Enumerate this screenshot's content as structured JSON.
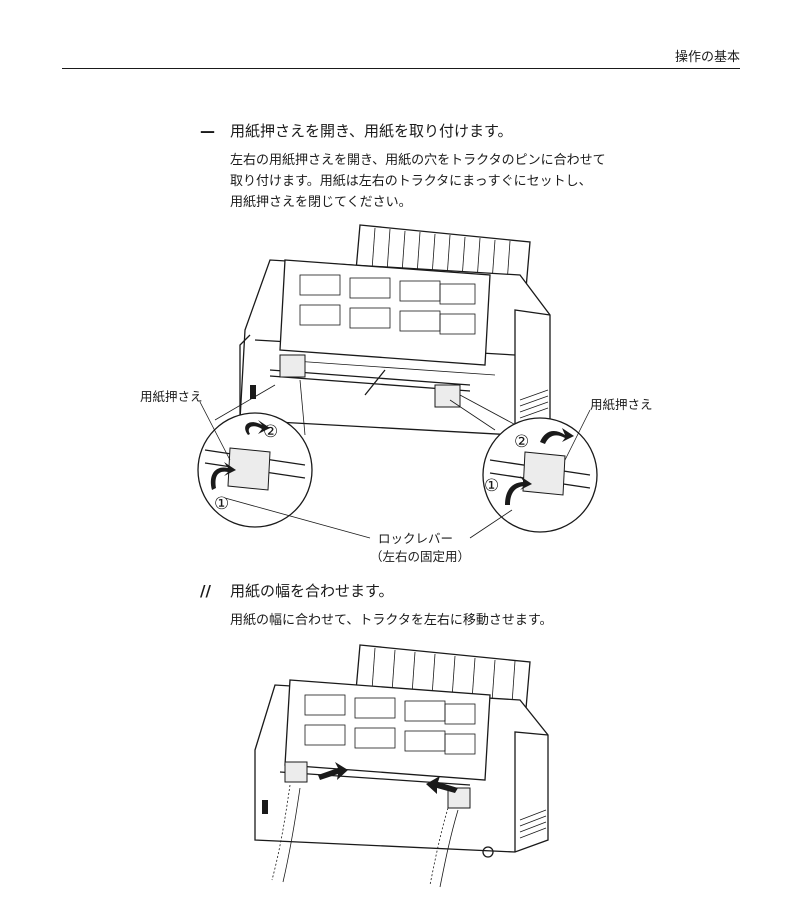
{
  "header": {
    "title": "操作の基本"
  },
  "step1": {
    "marker": "—",
    "title": "用紙押さえを開き、用紙を取り付けます。",
    "lines": [
      "左右の用紙押さえを開き、用紙の穴をトラクタのピンに合わせて",
      "取り付けます。用紙は左右のトラクタにまっすぐにセットし、",
      "用紙押さえを閉じてください。"
    ]
  },
  "figure1": {
    "label_left": "用紙押さえ",
    "label_right": "用紙押さえ",
    "callout_line1": "ロックレバー",
    "callout_line2": "（左右の固定用）",
    "circle1": "①",
    "circle2": "②"
  },
  "step2": {
    "marker": "//",
    "title": "用紙の幅を合わせます。",
    "lines": [
      "用紙の幅に合わせて、トラクタを左右に移動させます。"
    ]
  }
}
